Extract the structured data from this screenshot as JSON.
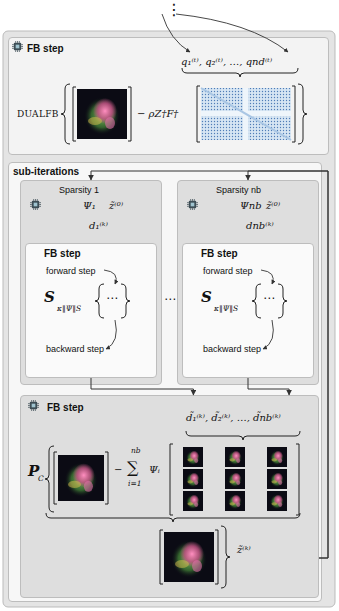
{
  "diagram": {
    "nodes": [
      {
        "text": [
          "FB step",
          "q₁⁽ᵗ⁾, q₂⁽ᵗ⁾, …, qnd⁽ᵗ⁾",
          "DUALFB",
          "− ρZ†F†"
        ]
      },
      {
        "text": [
          "sub-iterations"
        ]
      },
      {
        "text": [
          "Sparsity 1",
          "Ψ₁",
          "z̃⁽⁰⁾",
          "d₁⁽ᵏ⁾"
        ],
        "in": 1
      },
      {
        "text": [
          "FB step",
          "forward step",
          "S",
          "κ‖Ψ‖S",
          "⋯",
          "backward step"
        ],
        "in": 2
      },
      {
        "text": [
          "Sparsity nb",
          "Ψnb",
          "z̃⁽⁰⁾",
          "dnb⁽ᵏ⁾"
        ],
        "in": 1
      },
      {
        "text": [
          "FB step",
          "forward step",
          "S",
          "κ‖Ψ‖S",
          "⋯",
          "backward step"
        ],
        "in": 4
      },
      {
        "text": [
          "FB step",
          "d̃₁⁽ᵏ⁾, d̃₂⁽ᵏ⁾, …, d̃nb⁽ᵏ⁾",
          "P",
          "C",
          "−",
          "∑",
          "nb",
          "i=1",
          "Ψᵢ",
          "z̃⁽ᵏ⁾"
        ],
        "in": 1
      }
    ],
    "edges": [
      {
        "from": 3,
        "to": 6,
        "arrow": "to"
      },
      {
        "from": 5,
        "to": 6,
        "arrow": "to"
      },
      {
        "from": 6,
        "to": 2,
        "arrow": "to"
      },
      {
        "from": 6,
        "to": 4,
        "arrow": "to"
      }
    ],
    "labels": [
      "⋮",
      "⋯"
    ]
  }
}
